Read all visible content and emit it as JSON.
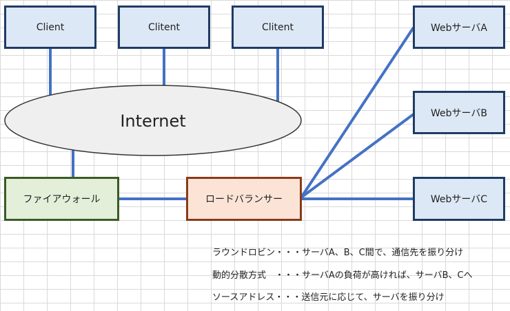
{
  "colors": {
    "connector": "#4472c4",
    "blue_fill": "#dde8f6",
    "blue_border": "#1f3b63",
    "green_fill": "#e3efd9",
    "green_border": "#3a5a23",
    "orange_fill": "#fbe4d6",
    "orange_border": "#8a3a19",
    "cloud_fill": "#efefef"
  },
  "clients": [
    "Client",
    "Clitent",
    "Clitent"
  ],
  "internet": "Internet",
  "firewall": "ファイアウォール",
  "load_balancer": "ロードバランサー",
  "servers": [
    "WebサーバA",
    "WebサーバB",
    "WebサーバC"
  ],
  "notes": [
    "ラウンドロビン・・・サーバA、B、C間で、通信先を振り分け",
    "動的分散方式　・・・サーバAの負荷が高ければ、サーバB、Cへ",
    "ソースアドレス・・・送信元に応じて、サーバを振り分け"
  ]
}
